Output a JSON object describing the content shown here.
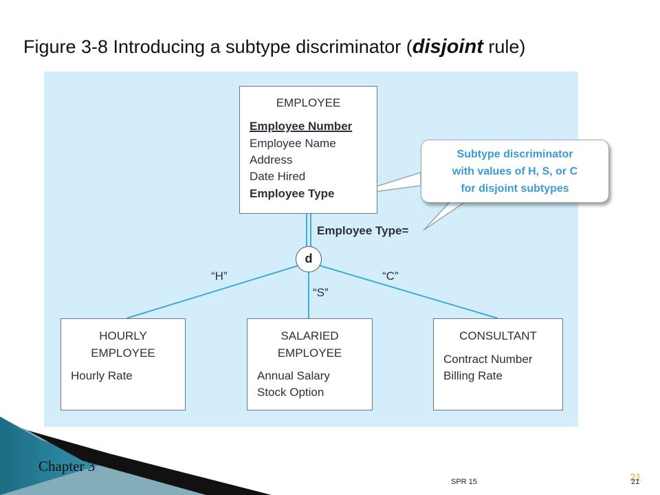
{
  "title": {
    "prefix": "Figure 3-8 Introducing a subtype discriminator (",
    "emphasis": "disjoint",
    "suffix": " rule)"
  },
  "supertype": {
    "name": "EMPLOYEE",
    "identifier": "Employee Number",
    "attributes": [
      "Employee Name",
      "Address",
      "Date Hired"
    ],
    "discriminator_attribute": "Employee Type"
  },
  "discriminator": {
    "symbol": "d",
    "label": "Employee Type="
  },
  "callout": {
    "lines": [
      "Subtype discriminator",
      "with values of H, S, or C",
      "for disjoint subtypes"
    ]
  },
  "values": {
    "hourly": "“H”",
    "salaried": "“S”",
    "consultant": "“C”"
  },
  "subtypes": [
    {
      "name_lines": [
        "HOURLY",
        "EMPLOYEE"
      ],
      "attributes": [
        "Hourly Rate"
      ]
    },
    {
      "name_lines": [
        "SALARIED",
        "EMPLOYEE"
      ],
      "attributes": [
        "Annual Salary",
        "Stock Option"
      ]
    },
    {
      "name_lines": [
        "CONSULTANT"
      ],
      "attributes": [
        "Contract Number",
        "Billing Rate"
      ]
    }
  ],
  "footer": {
    "chapter": "Chapter 3",
    "course": "SPR 15",
    "page": "21",
    "page_ghost": "21"
  },
  "colors": {
    "diagram_background": "#d3eefa",
    "link_line": "#3fa9e0",
    "callout_text": "#3a9ad4"
  }
}
